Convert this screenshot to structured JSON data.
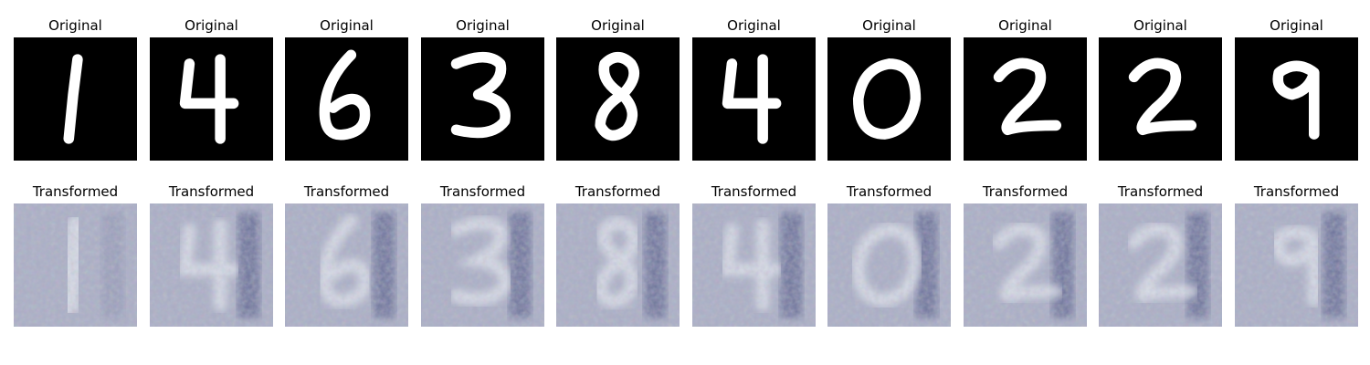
{
  "figure": {
    "original_row": {
      "title": "Original",
      "digits": [
        "1",
        "4",
        "6",
        "3",
        "8",
        "4",
        "0",
        "2",
        "2",
        "9"
      ]
    },
    "transformed_row": {
      "title": "Transformed",
      "digits": [
        "1",
        "4",
        "6",
        "3",
        "8",
        "4",
        "0",
        "2",
        "2",
        "9"
      ]
    },
    "colors": {
      "original_background": "#000000",
      "original_stroke": "#ffffff",
      "transformed_background": "#a9adc4",
      "transformed_dark": "#3c4478",
      "transformed_light": "#e8ecf2"
    }
  }
}
